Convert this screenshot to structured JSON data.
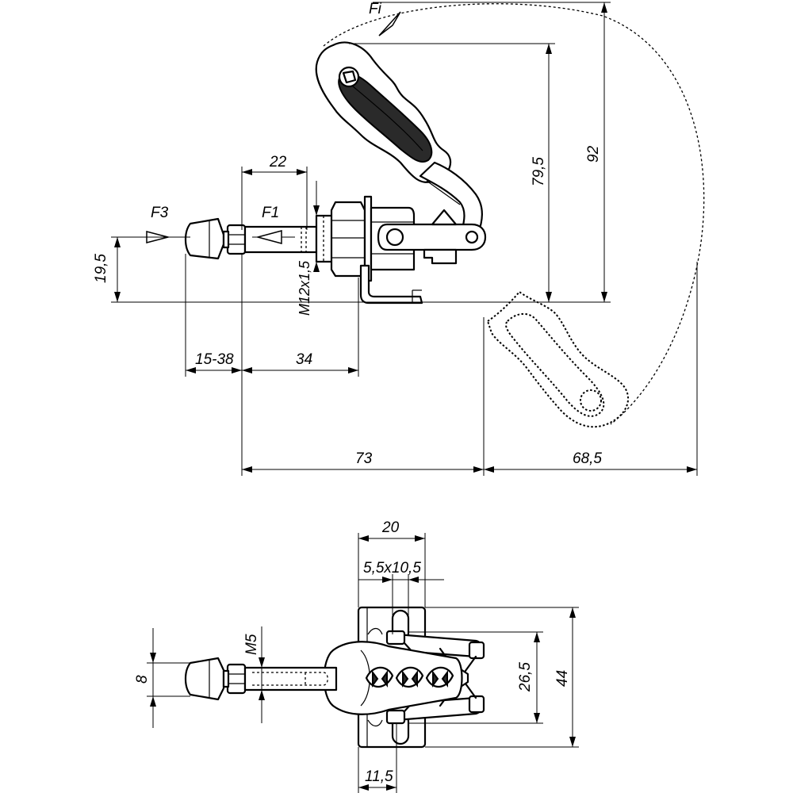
{
  "forces": {
    "fi": "Fi",
    "f1": "F1",
    "f3": "F3"
  },
  "side_view": {
    "dims": {
      "d22": "22",
      "d795": "79,5",
      "d92": "92",
      "d195": "19,5",
      "thread": "M12x1,5",
      "d1538": "15-38",
      "d34": "34",
      "d73": "73",
      "d685": "68,5"
    }
  },
  "top_view": {
    "dims": {
      "d20": "20",
      "slot": "5,5x10,5",
      "d8": "8",
      "m5": "M5",
      "d265": "26,5",
      "d44": "44",
      "d115": "11,5"
    }
  }
}
